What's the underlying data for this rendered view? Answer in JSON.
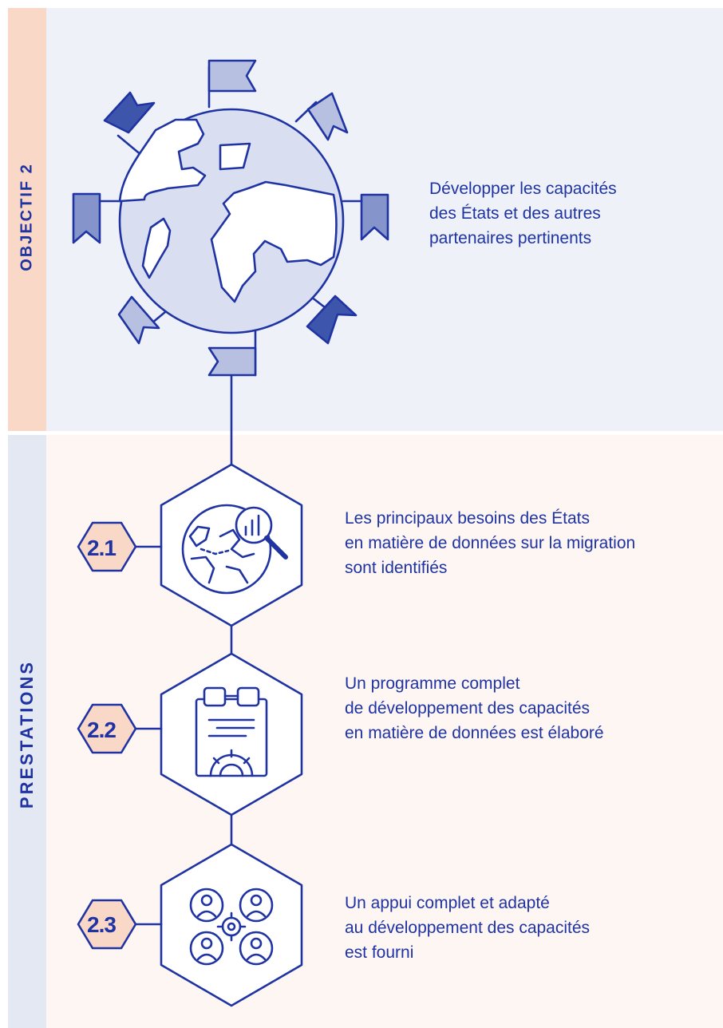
{
  "side_labels": {
    "objectif": "OBJECTIF 2",
    "prestations": "PRESTATIONS"
  },
  "objective": {
    "lines": [
      "Développer les capacités",
      "des États et des autres",
      "partenaires pertinents"
    ]
  },
  "outputs": [
    {
      "number": "2.1",
      "icon": "globe-data-search-icon",
      "lines": [
        "Les principaux besoins des États",
        "en matière de données sur la migration",
        "sont identifiés"
      ]
    },
    {
      "number": "2.2",
      "icon": "document-gear-icon",
      "lines": [
        "Un programme complet",
        "de développement des capacités",
        "en matière de données est élaboré"
      ]
    },
    {
      "number": "2.3",
      "icon": "people-network-gear-icon",
      "lines": [
        "Un appui complet et adapté",
        "au développement des capacités",
        "est fourni"
      ]
    }
  ],
  "colors": {
    "navy": "#1f33a3",
    "flag_dark": "#3d55ab",
    "flag_mid": "#8595cb",
    "flag_light": "#b7c0e0",
    "globe_fill": "#d9dff0",
    "badge_fill": "#fad8c8",
    "top_bg": "#eef1f8",
    "bottom_bg": "#fdf6f3"
  }
}
